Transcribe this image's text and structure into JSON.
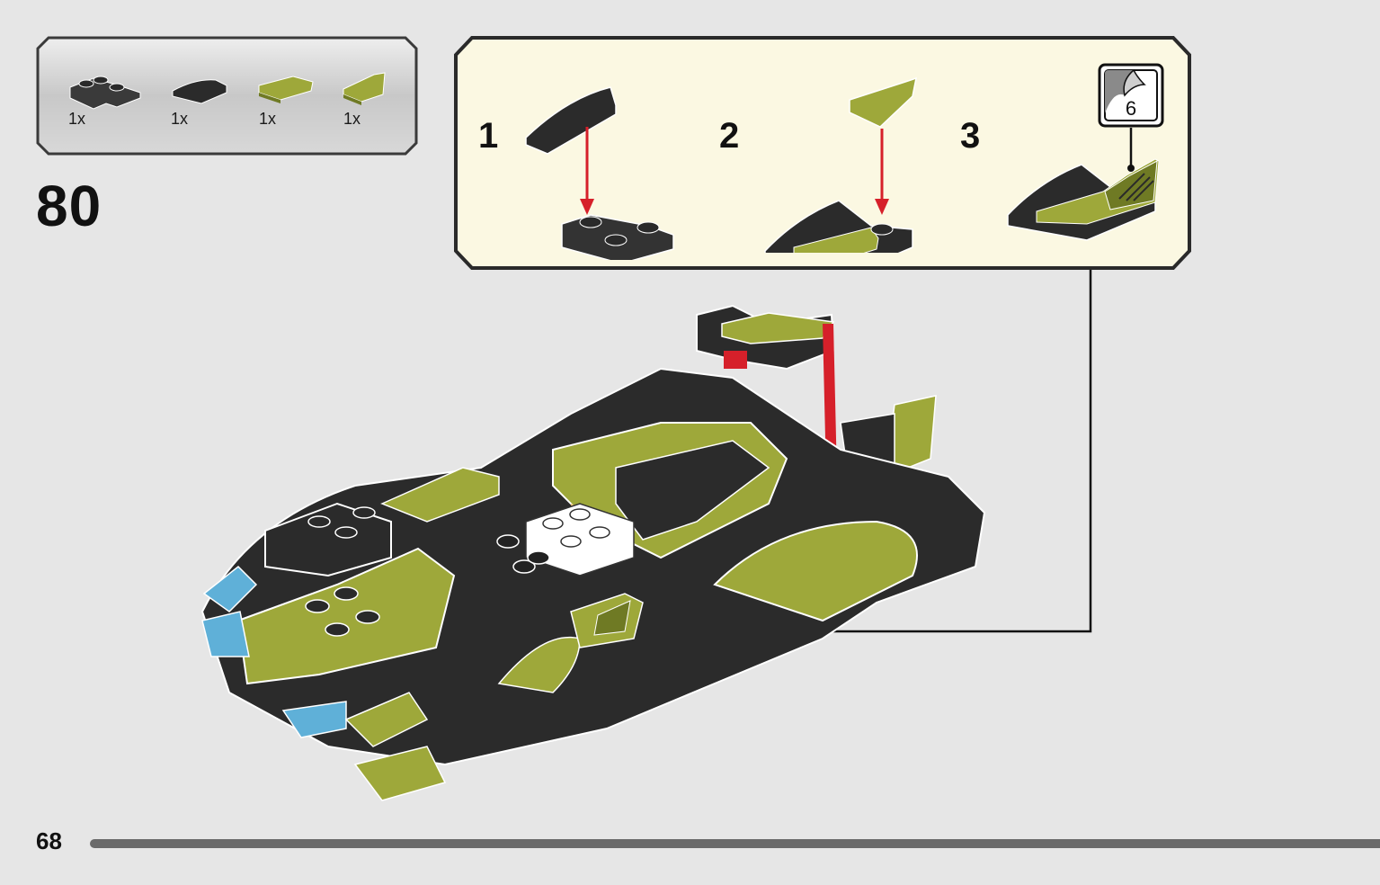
{
  "step": {
    "number": "80"
  },
  "parts_list": [
    {
      "qty": "1x",
      "part": "dark-gray-corner-plate",
      "color": "#3a3a3a"
    },
    {
      "qty": "1x",
      "part": "black-curved-slope",
      "color": "#2b2b2b"
    },
    {
      "qty": "1x",
      "part": "olive-tile-wedge",
      "color": "#9ea83a"
    },
    {
      "qty": "1x",
      "part": "olive-wedge-plate",
      "color": "#9ea83a"
    }
  ],
  "sub_steps": [
    {
      "label": "1"
    },
    {
      "label": "2"
    },
    {
      "label": "3"
    }
  ],
  "sticker_ref": {
    "number": "6"
  },
  "page": {
    "number": "68",
    "progress": 1.0
  },
  "colors": {
    "page_bg": "#e6e6e6",
    "callout_bg": "#fbf8e2",
    "parts_bg": "#d0d0d0",
    "olive": "#9ea83a",
    "black": "#2b2b2b",
    "arrow_red": "#d6202a",
    "progress": "#6a6a6a"
  }
}
